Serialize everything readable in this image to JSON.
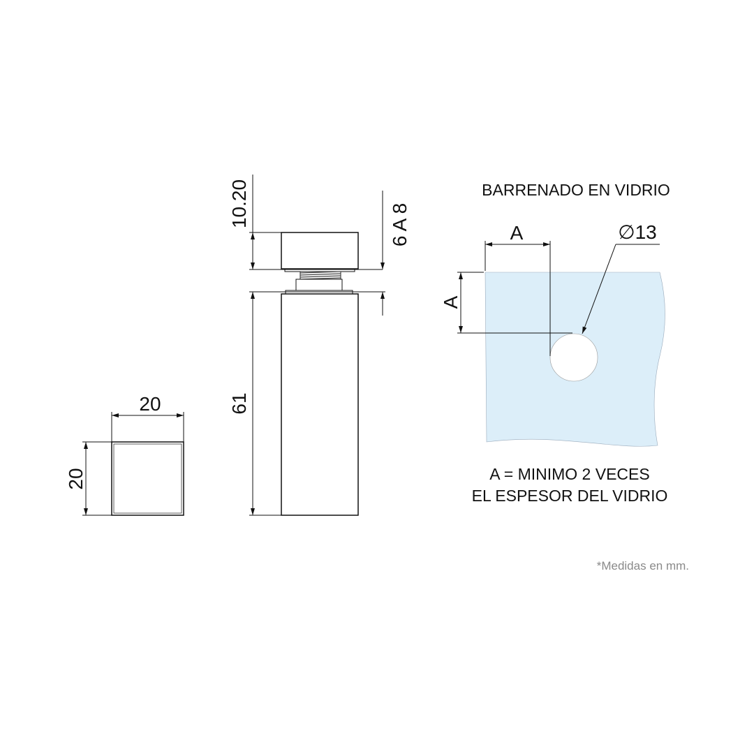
{
  "square_view": {
    "width_label": "20",
    "height_label": "20"
  },
  "standoff_view": {
    "cap_height_label": "10.20",
    "body_height_label": "61",
    "glass_thickness_label": "6 A 8"
  },
  "glass_detail": {
    "title": "BARRENADO EN VIDRIO",
    "edge_distance_horizontal_label": "A",
    "edge_distance_vertical_label": "A",
    "hole_diameter_label": "∅13",
    "note_line_1": "A = MINIMO 2 VECES",
    "note_line_2": "EL ESPESOR DEL VIDRIO",
    "glass_color": "#dceef9"
  },
  "footnote": "*Medidas en mm."
}
